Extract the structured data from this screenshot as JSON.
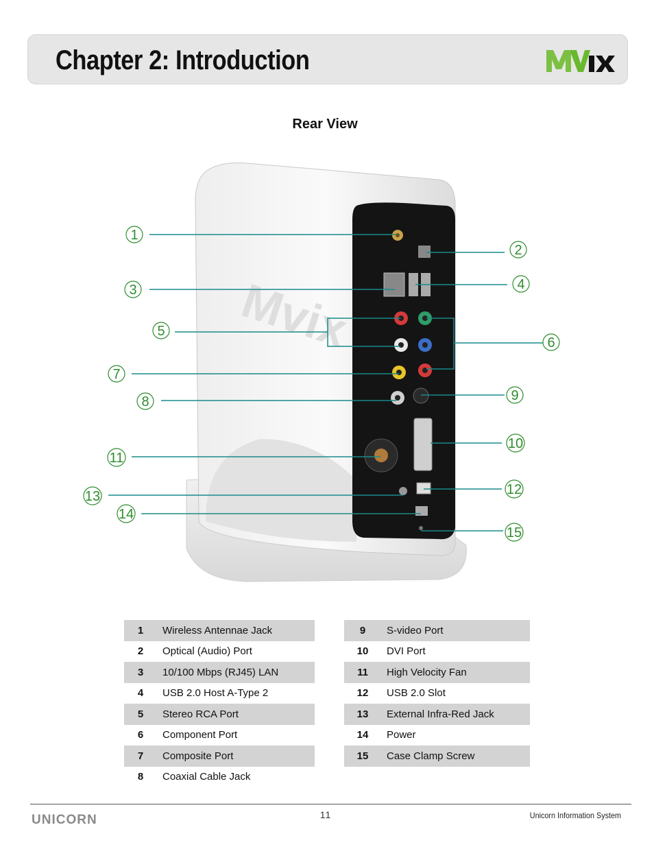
{
  "header": {
    "chapter_title": "Chapter 2: Introduction",
    "brand_logo": "Mvix"
  },
  "section": {
    "title": "Rear View"
  },
  "callouts": [
    "1",
    "2",
    "3",
    "4",
    "5",
    "6",
    "7",
    "8",
    "9",
    "10",
    "11",
    "12",
    "13",
    "14",
    "15"
  ],
  "ports_left": [
    {
      "num": "1",
      "label": "Wireless Antennae Jack"
    },
    {
      "num": "2",
      "label": "Optical (Audio) Port"
    },
    {
      "num": "3",
      "label": "10/100 Mbps (RJ45) LAN"
    },
    {
      "num": "4",
      "label": "USB 2.0 Host A-Type 2"
    },
    {
      "num": "5",
      "label": "Stereo RCA Port"
    },
    {
      "num": "6",
      "label": "Component Port"
    },
    {
      "num": "7",
      "label": "Composite Port"
    },
    {
      "num": "8",
      "label": "Coaxial Cable Jack"
    }
  ],
  "ports_right": [
    {
      "num": "9",
      "label": "S-video Port"
    },
    {
      "num": "10",
      "label": "DVI Port"
    },
    {
      "num": "11",
      "label": "High Velocity Fan"
    },
    {
      "num": "12",
      "label": "USB 2.0 Slot"
    },
    {
      "num": "13",
      "label": "External Infra-Red Jack"
    },
    {
      "num": "14",
      "label": "Power"
    },
    {
      "num": "15",
      "label": "Case Clamp Screw"
    }
  ],
  "footer": {
    "page_number": "11",
    "company": "Unicorn Information System",
    "logo_text": "UNICORN"
  },
  "colors": {
    "callout_green": "#2f8d2f",
    "leader_teal": "#1a8a8a",
    "row_shade": "#d3d3d3",
    "header_bg": "#e6e6e6"
  }
}
